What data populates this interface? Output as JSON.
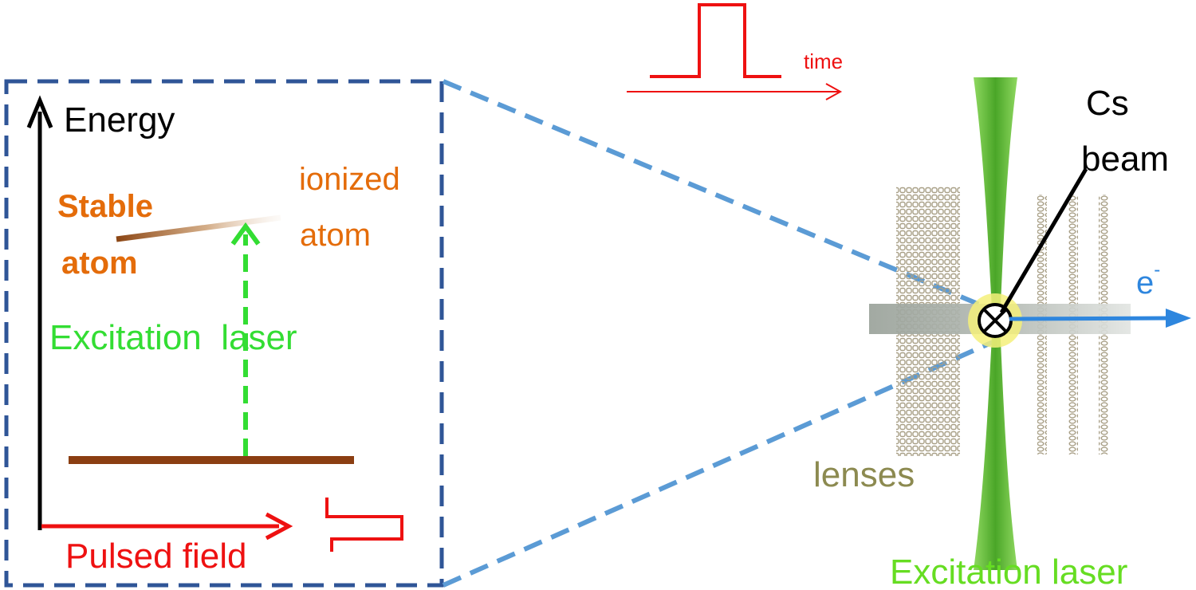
{
  "labels": {
    "energy": "Energy",
    "stable_line1": "Stable",
    "stable_line2": "atom",
    "ionized_line1": "ionized",
    "ionized_line2": "atom",
    "excitation_laser_left": "Excitation  laser",
    "pulsed_field": "Pulsed field",
    "time": "time",
    "cs_line1": "Cs",
    "cs_line2": "beam",
    "electron": "e",
    "electron_sup": "-",
    "lenses": "lenses",
    "excitation_laser_bottom": "Excitation laser"
  },
  "colors": {
    "inset_border": "#2f5597",
    "zoom_lines": "#5b9bd5",
    "energy_axis": "#000000",
    "atom_label": "#e46c0a",
    "level_line": "#8b3e12",
    "laser_green": "#33dd33",
    "pulse_red": "#ee1111",
    "electron_blue": "#2e86de",
    "lens_color": "#a89f86",
    "lenses_label": "#8c8a50",
    "laser_beam": "#70c040",
    "beam_bar": "#a0a8a0",
    "focus_glow": "#f4f07a"
  },
  "icons": {
    "beam_cross": "circle-cross-icon"
  }
}
